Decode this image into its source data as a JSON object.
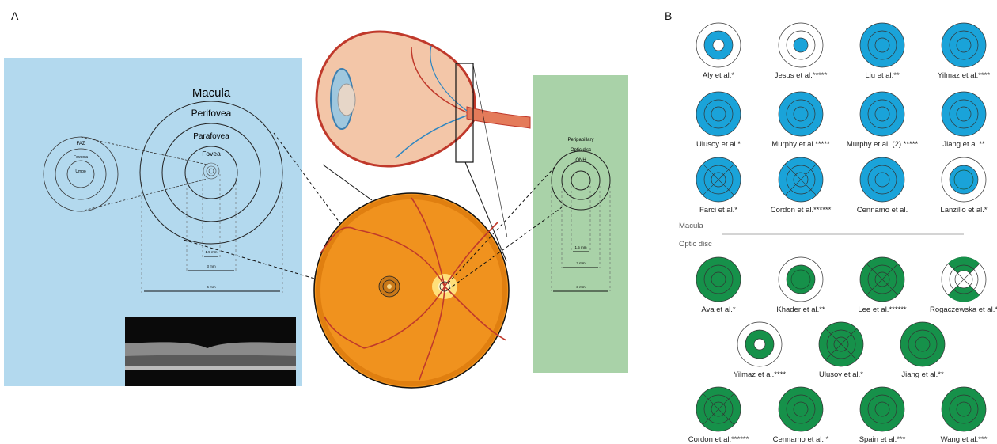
{
  "panel_a": {
    "letter": "A",
    "macula_labels": {
      "macula": "Macula",
      "perifovea": "Perifovea",
      "parafovea": "Parafovea",
      "fovea": "Fovea"
    },
    "faz_labels": {
      "faz": "FAZ",
      "foveola": "Foveola",
      "umbo": "Umbo"
    },
    "macula_dims": {
      "d1": "1.5 mm",
      "d2": "3 mm",
      "d3": "6 mm"
    },
    "disc_labels": {
      "peripapillary": "Peripapillary",
      "optic_disc": "Optic disc",
      "onh": "ONH"
    },
    "disc_dims": {
      "d1": "1.5 mm",
      "d2": "2 mm",
      "d3": "3 mm"
    },
    "colors": {
      "macula_panel": "#b3d9ee",
      "disc_panel": "#a9d2a8",
      "fundus": "#f0921e",
      "vessel": "#c0392b"
    }
  },
  "panel_b": {
    "letter": "B",
    "macula_section_label": "Macula",
    "disc_section_label": "Optic disc",
    "macula_colour": "#1aa3d9",
    "disc_colour": "#16914a",
    "macula_items": [
      "Aly et al.*",
      "Jesus et al.*****",
      "Liu et al.**",
      "Yilmaz et al.****",
      "Ulusoy et al.*",
      "Murphy et al.*****",
      "Murphy et al. (2) *****",
      "Jiang et al.**",
      "Farci et al.*",
      "Cordon et al.******",
      "Cennamo et al.",
      "Lanzillo et al.*"
    ],
    "disc_items": [
      "Ava et al.*",
      "Khader et al.**",
      "Lee et al.******",
      "Rogaczewska et al.*",
      "Yilmaz et al.****",
      "Ulusoy et al.*",
      "Jiang et al.**",
      "Cordon et al.******",
      "Cennamo et al. *",
      "Spain et al.***",
      "Wang et al.***"
    ]
  }
}
